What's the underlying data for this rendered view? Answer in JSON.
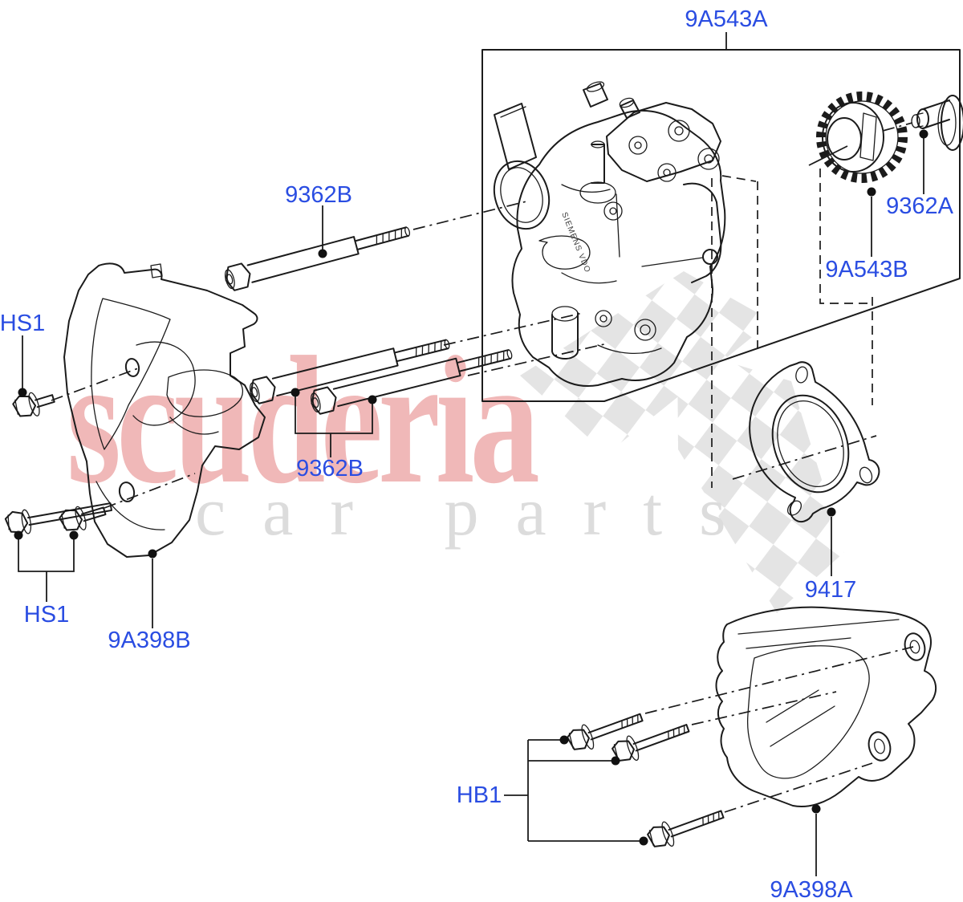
{
  "diagram": {
    "type": "exploded-parts-diagram",
    "labels": {
      "main_assembly": "9A543A",
      "stud_top": "9362B",
      "gear_shaft": "9362A",
      "drive_gear": "9A543B",
      "bolt_top_left": "HS1",
      "studs_mid": "9362B",
      "gasket": "9417",
      "bolts_bottom_left": "HS1",
      "bracket_left": "9A398B",
      "bolts_bottom_right": "HB1",
      "bracket_right": "9A398A"
    },
    "pump_engraving": "SIEMENS VDO",
    "colors": {
      "label_blue": "#2a4de2",
      "line_black": "#1b1b1b",
      "watermark_pink": "#f0b8b8",
      "watermark_gray": "#dcdcdc",
      "checker_gray": "#e4e4e4"
    }
  },
  "watermark": {
    "brand": "scuderia",
    "tagline": "car parts"
  }
}
